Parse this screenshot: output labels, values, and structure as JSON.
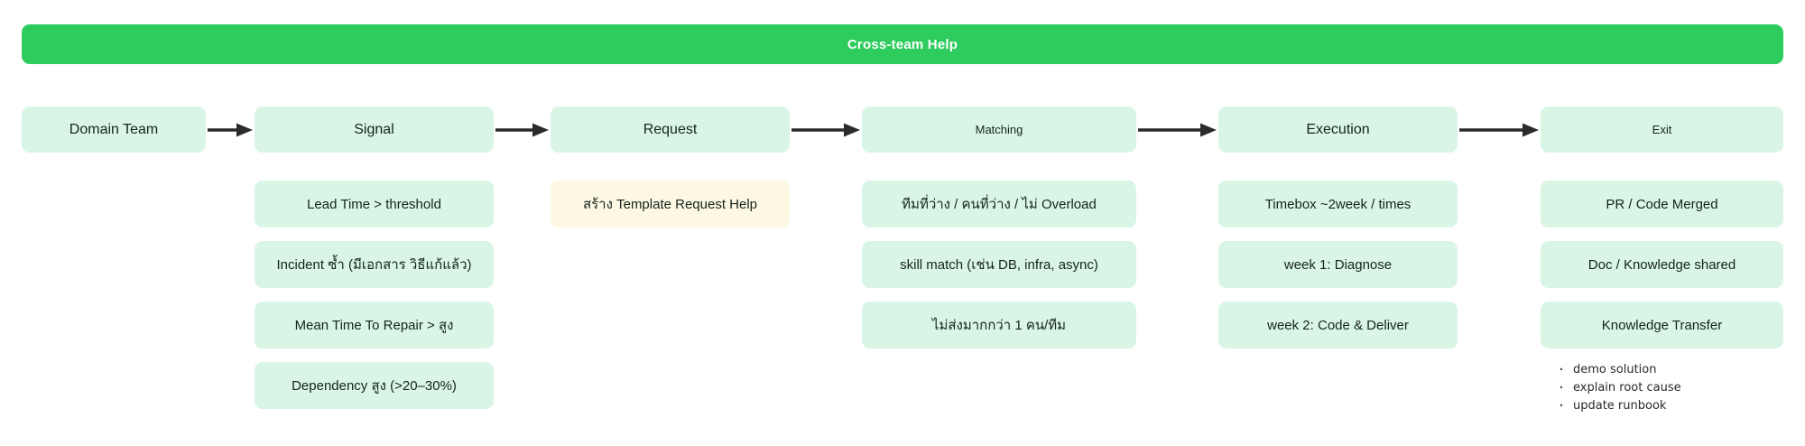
{
  "banner": {
    "title": "Cross-team Help",
    "color": "#2ecc5d"
  },
  "colors": {
    "node_green": "#d8f5e5",
    "node_cream": "#fdf8e3",
    "banner_green": "#2ecc5d",
    "arrow": "#2b2b2b",
    "text": "#16231c"
  },
  "columns": [
    {
      "id": "domain-team",
      "header": "Domain Team",
      "items": []
    },
    {
      "id": "signal",
      "header": "Signal",
      "items": [
        {
          "label": "Lead Time > threshold",
          "variant": "green"
        },
        {
          "label": "Incident ซ้ำ (มีเอกสาร วิธีแก้แล้ว)",
          "variant": "green"
        },
        {
          "label": "Mean Time To Repair > สูง",
          "variant": "green"
        },
        {
          "label": "Dependency สูง (>20–30%)",
          "variant": "green"
        }
      ]
    },
    {
      "id": "request",
      "header": "Request",
      "items": [
        {
          "label": "สร้าง Template Request Help",
          "variant": "cream"
        }
      ]
    },
    {
      "id": "matching",
      "header": "Matching",
      "items": [
        {
          "label": "ทีมที่ว่าง / คนที่ว่าง / ไม่ Overload",
          "variant": "green"
        },
        {
          "label": "skill match (เช่น DB, infra, async)",
          "variant": "green"
        },
        {
          "label": "ไม่ส่งมากกว่า 1 คน/ทีม",
          "variant": "green"
        }
      ]
    },
    {
      "id": "execution",
      "header": "Execution",
      "items": [
        {
          "label": "Timebox ~2week / times",
          "variant": "green"
        },
        {
          "label": "week 1: Diagnose",
          "variant": "green"
        },
        {
          "label": "week 2: Code & Deliver",
          "variant": "green"
        }
      ]
    },
    {
      "id": "exit",
      "header": "Exit",
      "items": [
        {
          "label": "PR / Code Merged",
          "variant": "green"
        },
        {
          "label": "Doc / Knowledge shared",
          "variant": "green"
        },
        {
          "label": "Knowledge Transfer",
          "variant": "green"
        }
      ],
      "bullets": [
        "demo solution",
        "explain root cause",
        "update runbook"
      ]
    }
  ],
  "arrows": [
    {
      "name": "arrow-domain-team-to-signal"
    },
    {
      "name": "arrow-signal-to-request"
    },
    {
      "name": "arrow-request-to-matching"
    },
    {
      "name": "arrow-matching-to-execution"
    },
    {
      "name": "arrow-execution-to-exit"
    }
  ]
}
